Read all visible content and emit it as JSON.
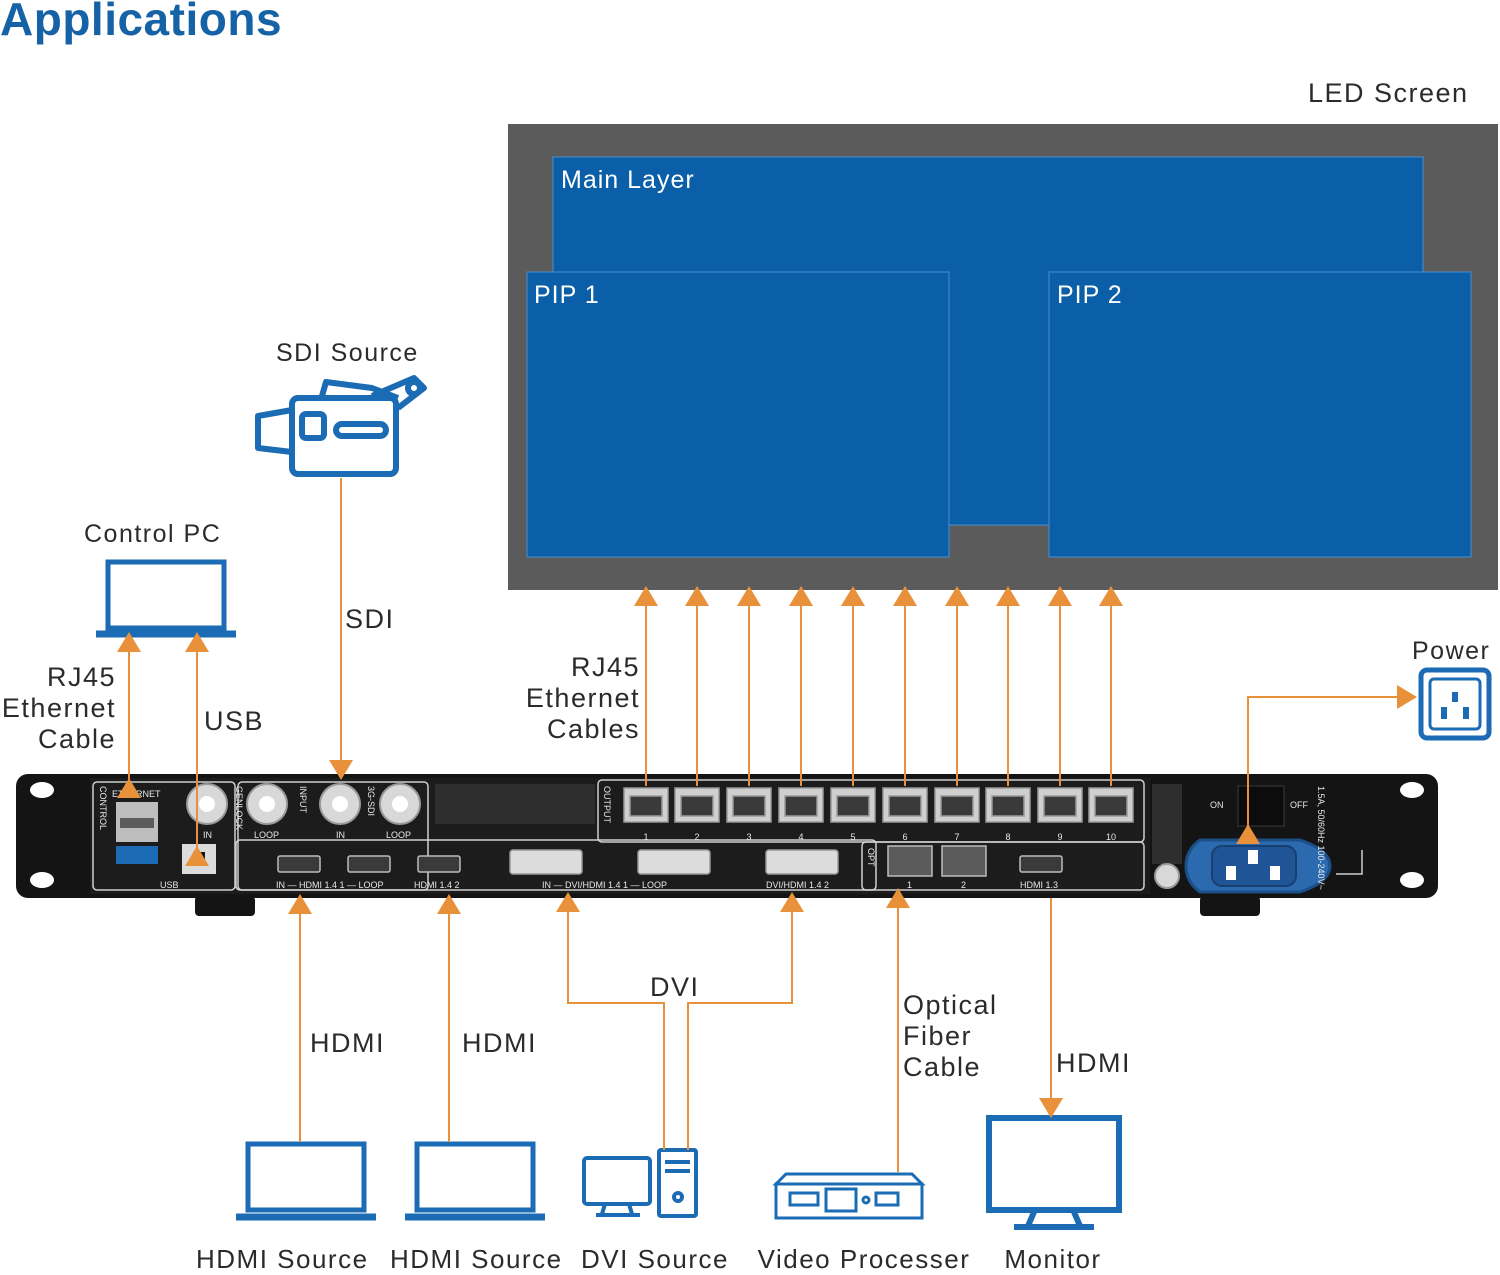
{
  "title": "Applications",
  "led_screen": {
    "label": "LED Screen",
    "main_layer": "Main Layer",
    "pip1": "PIP 1",
    "pip2": "PIP 2"
  },
  "sources_top": {
    "sdi_source": "SDI Source",
    "sdi_cable": "SDI",
    "control_pc": "Control PC",
    "rj45_control_line1": "RJ45",
    "rj45_control_line2": "Ethernet",
    "rj45_control_line3": "Cable",
    "usb_cable": "USB",
    "rj45_out_line1": "RJ45",
    "rj45_out_line2": "Ethernet",
    "rj45_out_line3": "Cables",
    "power": "Power"
  },
  "device_panel": {
    "control": "CONTROL",
    "ethernet": "ETHERNET",
    "usb": "USB",
    "genlock": "GENLOCK",
    "in": "IN",
    "loop": "LOOP",
    "input": "INPUT",
    "sdi": "3G-SDI",
    "output": "OUTPUT",
    "port_numbers": [
      "1",
      "2",
      "3",
      "4",
      "5",
      "6",
      "7",
      "8",
      "9",
      "10"
    ],
    "hdmi_in_label": "IN — HDMI 1.4 1 — LOOP",
    "hdmi2_label": "HDMI 1.4 2",
    "dvi_in_label": "IN — DVI/HDMI 1.4 1 — LOOP",
    "dvi2_label": "DVI/HDMI 1.4 2",
    "opt": "OPT",
    "opt_ports": [
      "1",
      "2"
    ],
    "hdmi13": "HDMI 1.3",
    "on": "ON",
    "off": "OFF",
    "power_rating": "1.5A, 50/60Hz 100-240V~"
  },
  "cables_bottom": {
    "hdmi1": "HDMI",
    "hdmi2": "HDMI",
    "dvi": "DVI",
    "optical_line1": "Optical",
    "optical_line2": "Fiber",
    "optical_line3": "Cable",
    "hdmi_monitor": "HDMI"
  },
  "sources_bottom": {
    "hdmi_source_1": "HDMI Source",
    "hdmi_source_2": "HDMI Source",
    "dvi_source": "DVI Source",
    "video_processer": "Video Processer",
    "monitor": "Monitor"
  },
  "colors": {
    "title_blue": "#1662a6",
    "screen_frame": "#5b5b5b",
    "layer_blue": "#0b5ea8",
    "icon_blue": "#1b6bb5",
    "cable_orange": "#e8913a",
    "device_black": "#141414"
  }
}
